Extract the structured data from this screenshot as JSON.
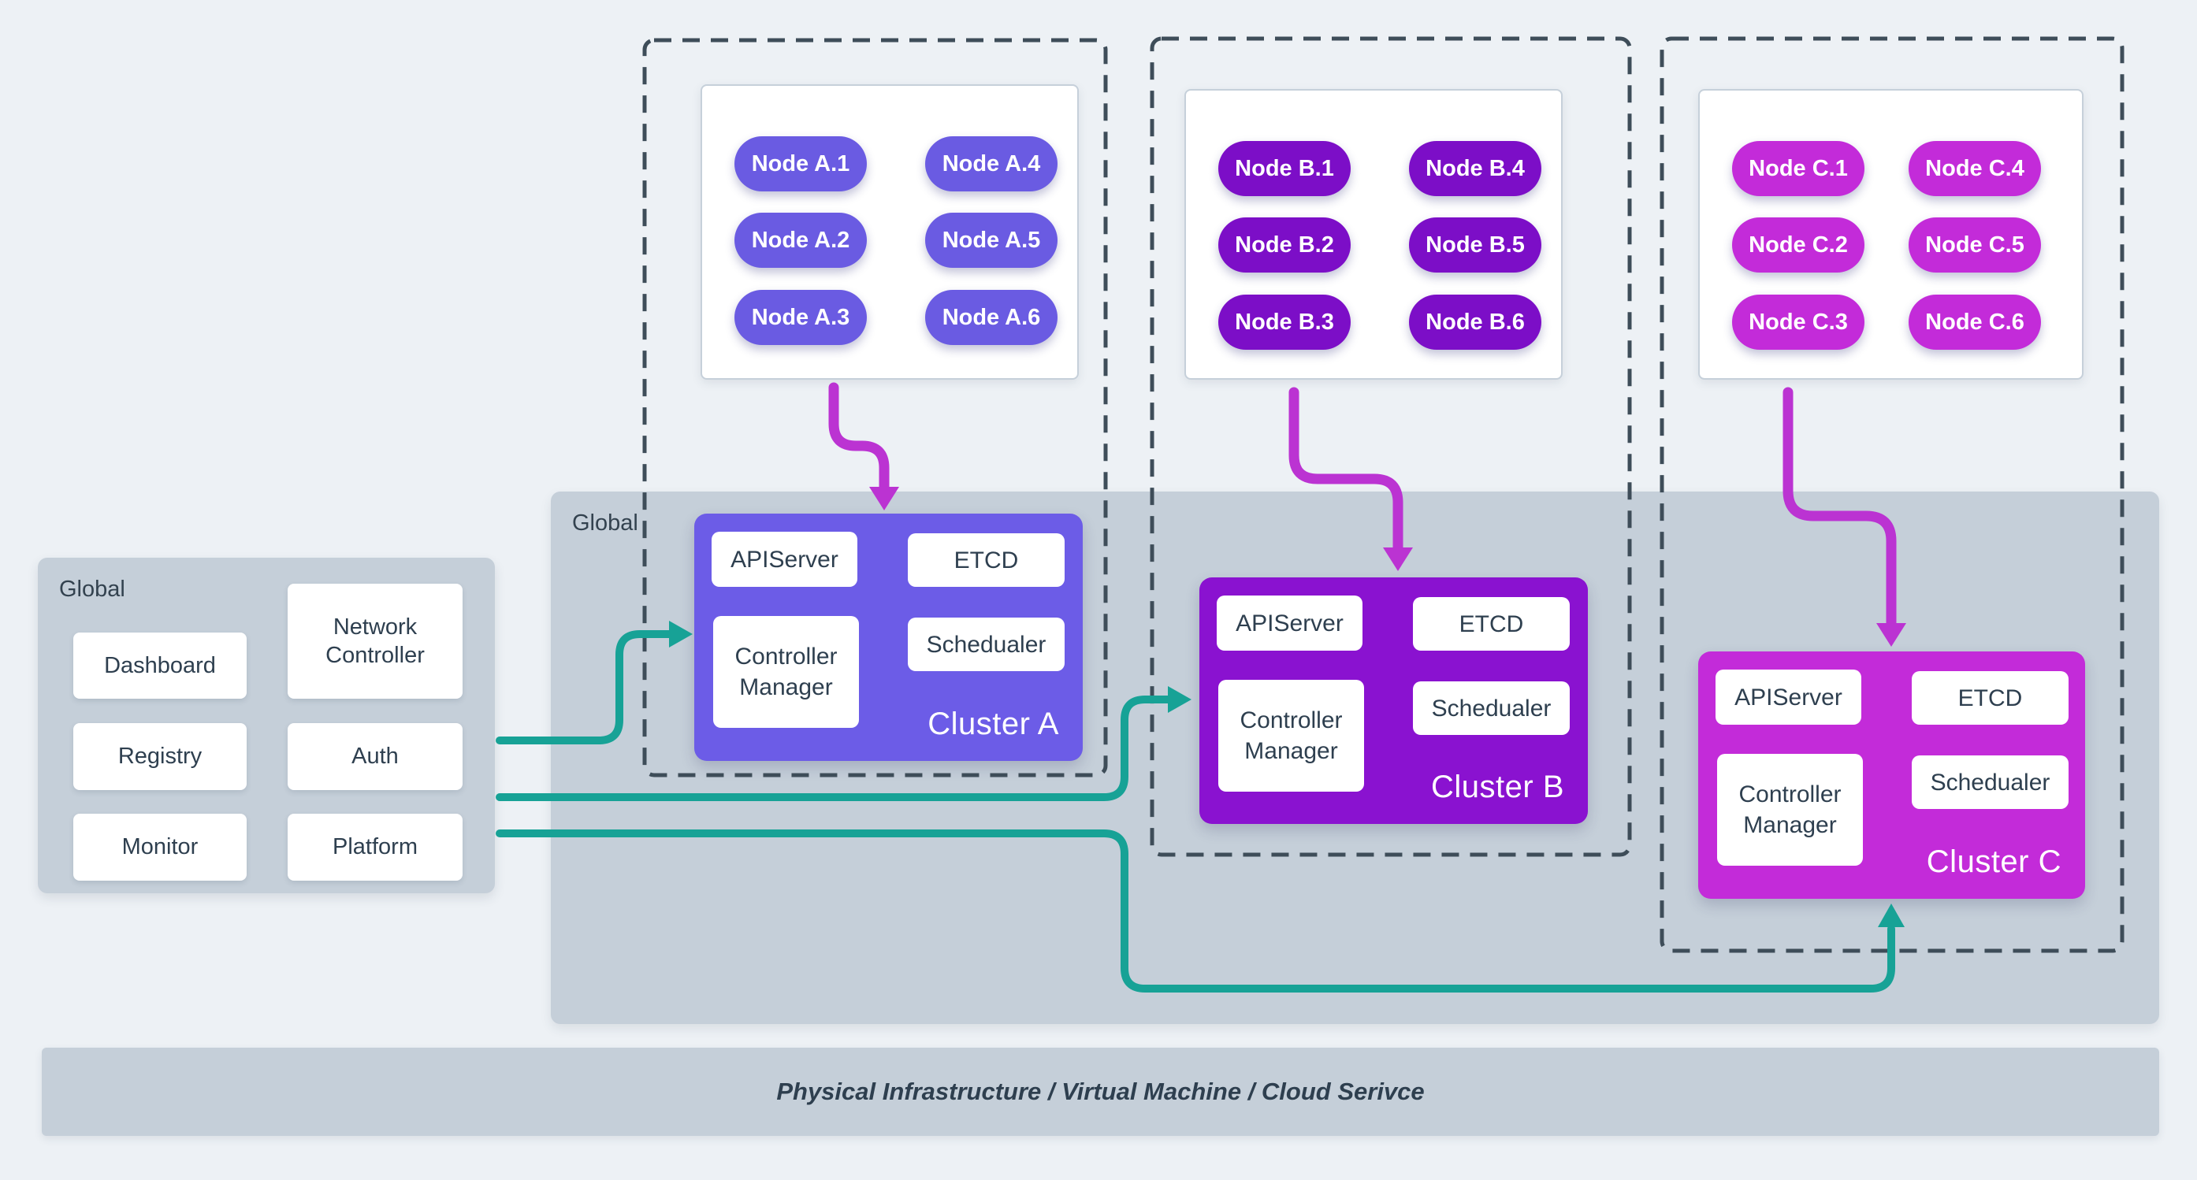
{
  "global_left": {
    "label": "Global",
    "services": [
      "Dashboard",
      "Network Controller",
      "Registry",
      "Auth",
      "Monitor",
      "Platform"
    ]
  },
  "global_main": {
    "label": "Global"
  },
  "node_groups": [
    {
      "id": "A",
      "nodes": [
        "Node A.1",
        "Node A.2",
        "Node A.3",
        "Node A.4",
        "Node A.5",
        "Node A.6"
      ]
    },
    {
      "id": "B",
      "nodes": [
        "Node B.1",
        "Node B.2",
        "Node B.3",
        "Node B.4",
        "Node B.5",
        "Node B.6"
      ]
    },
    {
      "id": "C",
      "nodes": [
        "Node C.1",
        "Node C.2",
        "Node C.3",
        "Node C.4",
        "Node C.5",
        "Node C.6"
      ]
    }
  ],
  "clusters": [
    {
      "name": "Cluster A",
      "components": [
        "APIServer",
        "ETCD",
        "Controller Manager",
        "Schedualer"
      ]
    },
    {
      "name": "Cluster B",
      "components": [
        "APIServer",
        "ETCD",
        "Controller Manager",
        "Schedualer"
      ]
    },
    {
      "name": "Cluster C",
      "components": [
        "APIServer",
        "ETCD",
        "Controller Manager",
        "Schedualer"
      ]
    }
  ],
  "infra": {
    "label": "Physical Infrastructure / Virtual Machine / Cloud Serivce"
  },
  "colors": {
    "background": "#EDF1F5",
    "panel_gray": "#C5CFD9",
    "node_a": "#6A5BE2",
    "cluster_a": "#6C5CE7",
    "node_b": "#7C0EC7",
    "cluster_b": "#8A12D0",
    "node_c": "#C32BD9",
    "cluster_c": "#C32BD9",
    "arrow_green": "#17A296",
    "arrow_magenta": "#BB33D2",
    "dashed_border": "#3E4D59",
    "text_dark": "#2E3F4F"
  }
}
